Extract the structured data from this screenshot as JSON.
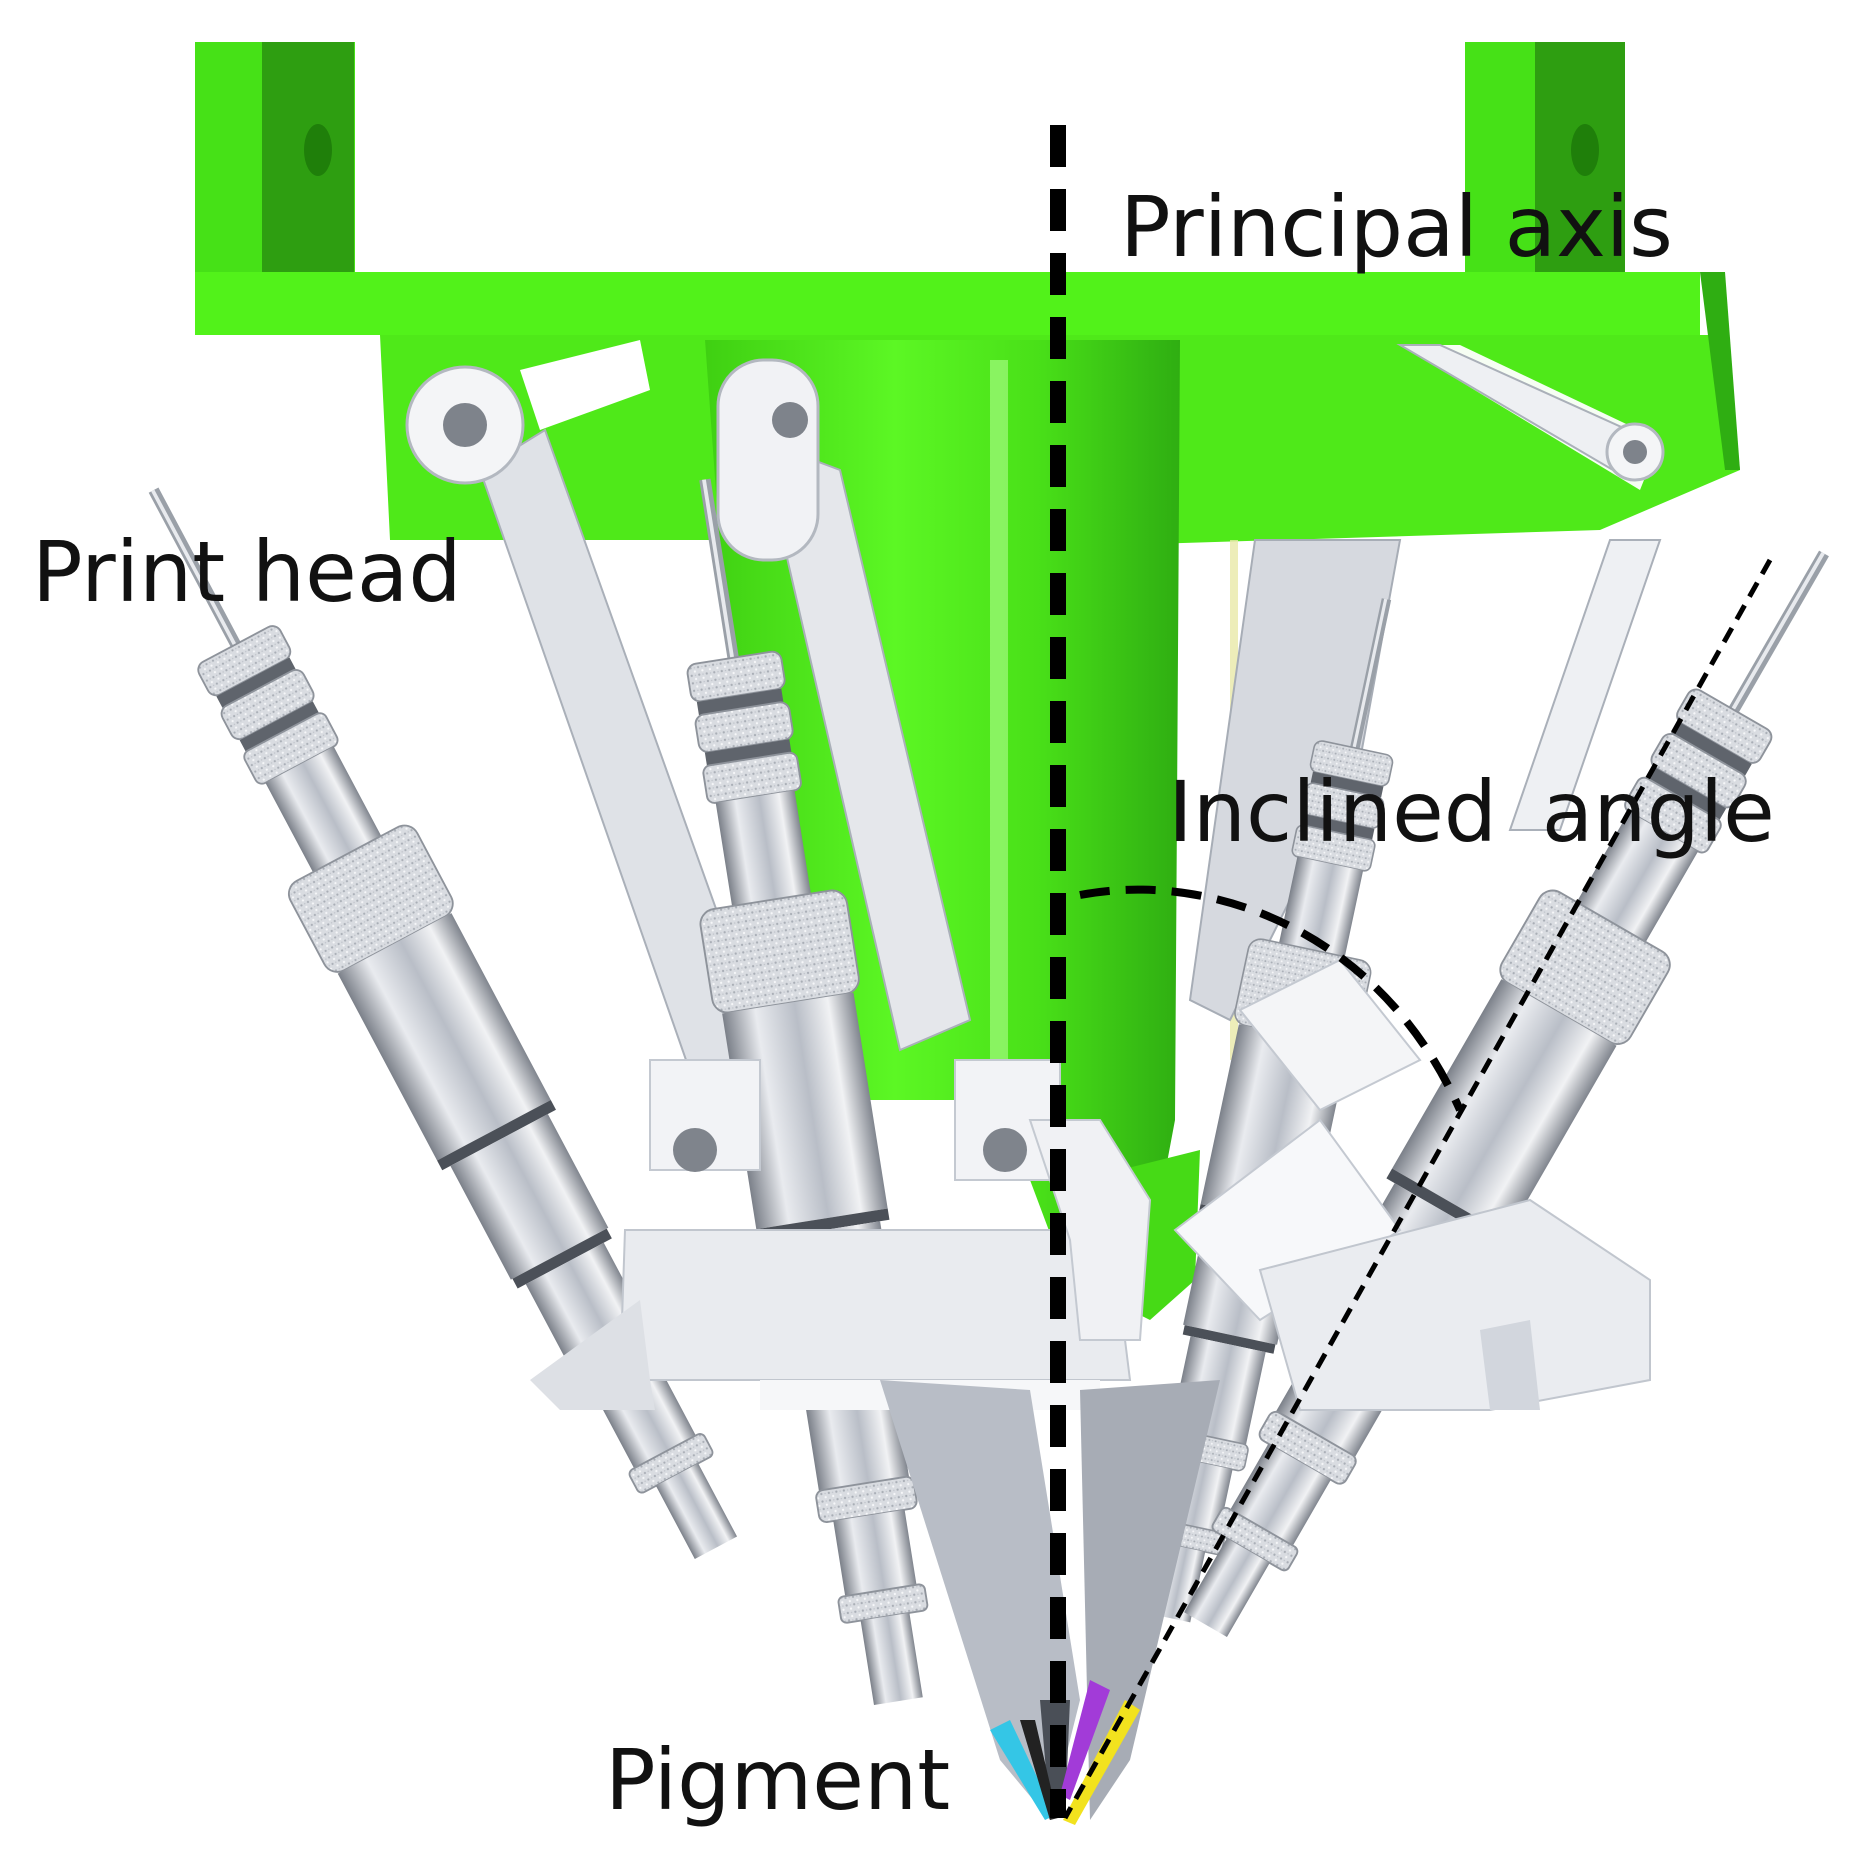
{
  "labels": {
    "principal_axis": "Principal axis",
    "print_head": "Print head",
    "inclined_angle": "Inclined  angle",
    "pigment": "Pigment"
  },
  "colors": {
    "frame_green": "#52f21a",
    "frame_green_dark": "#2fae12",
    "frame_green_shadow": "#3fd012",
    "plastic_white": "#f2f3f6",
    "plastic_shade": "#cfd3dc",
    "metal_light": "#e6e8ec",
    "metal_mid": "#b7bcc5",
    "metal_dark": "#6f747c",
    "knurl": "#dadde2",
    "axis_line": "#000000",
    "pigment_cyan": "#34c6e6",
    "pigment_magenta": "#a23bd8",
    "pigment_yellow": "#f2e21e",
    "pigment_black": "#222222"
  }
}
